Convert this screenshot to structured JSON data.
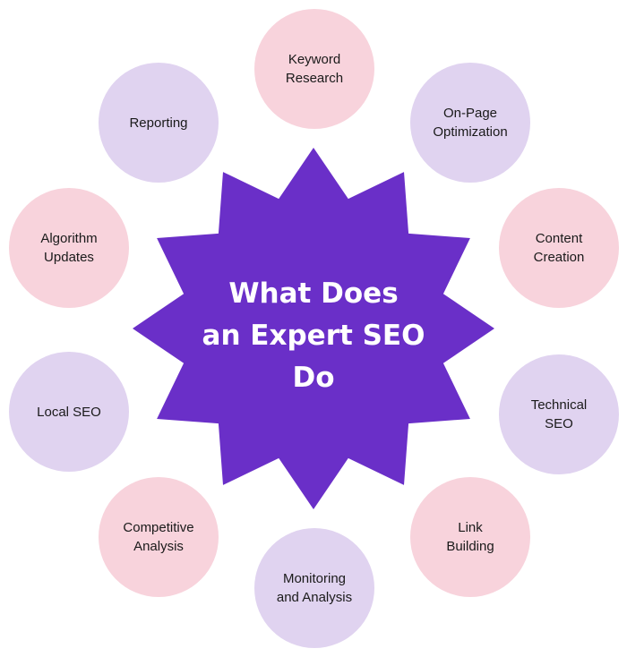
{
  "center": {
    "title": "What Does\nan Expert SEO\nDo",
    "color": "#6a2fc8",
    "text_color": "#ffffff"
  },
  "nodes": [
    {
      "label": "Keyword\nResearch",
      "tone": "pink"
    },
    {
      "label": "On-Page\nOptimization",
      "tone": "lavender"
    },
    {
      "label": "Content\nCreation",
      "tone": "pink"
    },
    {
      "label": "Technical\nSEO",
      "tone": "lavender"
    },
    {
      "label": "Link\nBuilding",
      "tone": "pink"
    },
    {
      "label": "Monitoring\nand Analysis",
      "tone": "lavender"
    },
    {
      "label": "Competitive\nAnalysis",
      "tone": "pink"
    },
    {
      "label": "Local SEO",
      "tone": "lavender"
    },
    {
      "label": "Algorithm\nUpdates",
      "tone": "pink"
    },
    {
      "label": "Reporting",
      "tone": "lavender"
    }
  ],
  "colors": {
    "pink": "#f8d3dc",
    "lavender": "#e0d3f0",
    "background": "#ffffff"
  }
}
